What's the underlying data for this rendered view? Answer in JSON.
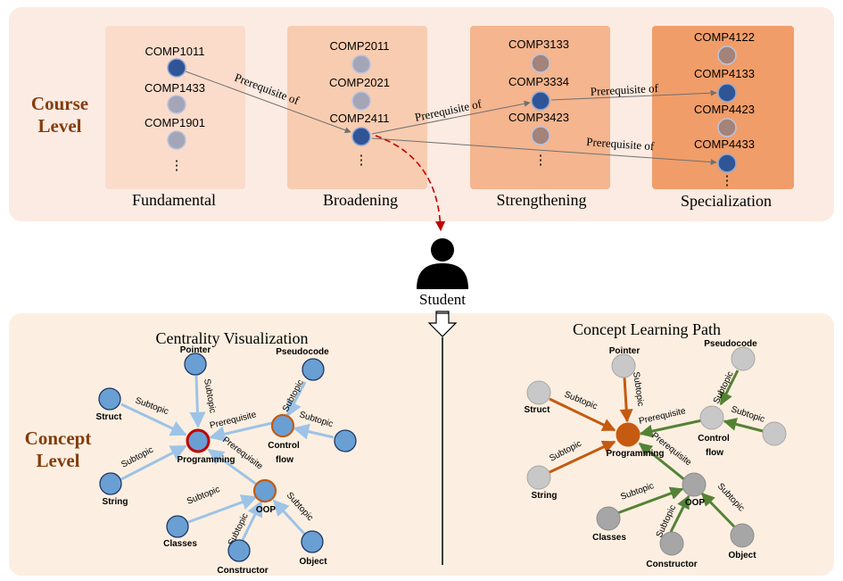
{
  "course_level": {
    "label_line1": "Course",
    "label_line2": "Level",
    "columns": [
      {
        "title": "Fundamental",
        "courses": [
          "COMP1011",
          "COMP1433",
          "COMP1901"
        ],
        "more": "⋮"
      },
      {
        "title": "Broadening",
        "courses": [
          "COMP2011",
          "COMP2021",
          "COMP2411"
        ],
        "more": "⋮"
      },
      {
        "title": "Strengthening",
        "courses": [
          "COMP3133",
          "COMP3334",
          "COMP3423"
        ],
        "more": "⋮"
      },
      {
        "title": "Specialization",
        "courses": [
          "COMP4122",
          "COMP4133",
          "COMP4423",
          "COMP4433"
        ],
        "more": "⋮"
      }
    ],
    "edges": [
      {
        "label": "Prerequisite of"
      },
      {
        "label": "Prerequisite of"
      },
      {
        "label": "Prerequisite of"
      },
      {
        "label": "Prerequisite of"
      }
    ]
  },
  "student": {
    "label": "Student"
  },
  "concept_level": {
    "label_line1": "Concept",
    "label_line2": "Level",
    "left_title": "Centrality Visualization",
    "right_title": "Concept Learning Path"
  },
  "concepts": {
    "pointer": "Pointer",
    "pseudocode": "Pseudocode",
    "struct": "Struct",
    "string": "String",
    "programming": "Programming",
    "control_flow_1": "Control",
    "control_flow_2": "flow",
    "oop": "OOP",
    "classes": "Classes",
    "constructor": "Constructor",
    "object": "Object"
  },
  "edge_labels": {
    "subtopic": "Subtopic",
    "prerequisite": "Prerequisite"
  },
  "colors": {
    "course_panel": "#fcebe2",
    "col1": "#fbdccb",
    "col2": "#f8ccb0",
    "col3": "#f4b58f",
    "col4": "#f09d69",
    "concept_panel": "#fcefe1",
    "heading": "#843c0c",
    "node_dark": "#2f5597",
    "node_gray": "#a5a5b8",
    "node_brown": "#a3837a",
    "concept_blue": "#6a9fd4",
    "edge_blue": "#9dc3e6",
    "accent_red": "#c00000",
    "accent_orange": "#c55a11",
    "path_green": "#548235",
    "path_orange": "#c55a11",
    "gray_light": "#c8c8c8",
    "gray_dark": "#a6a6a6"
  }
}
